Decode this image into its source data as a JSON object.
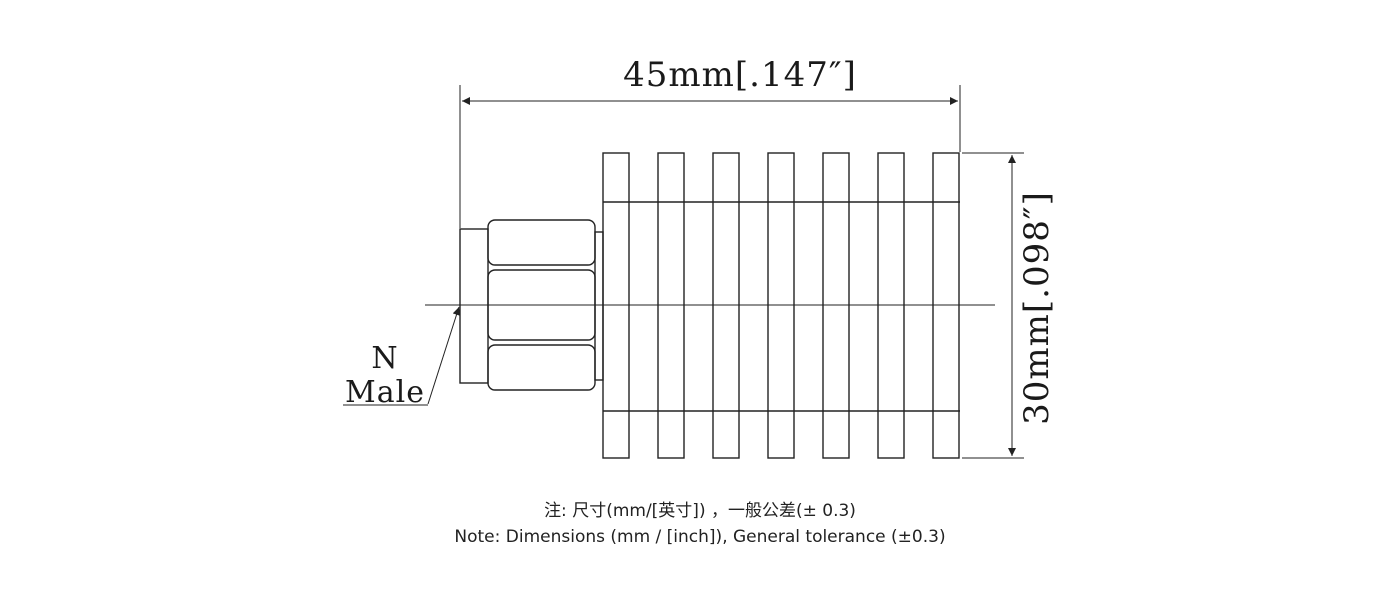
{
  "drawing": {
    "length_dimension": "45mm[.147″]",
    "diameter_dimension": "30mm[.098″]",
    "connector_label_line1": "N",
    "connector_label_line2": "Male",
    "fin_count": 7
  },
  "notes": {
    "chinese": "注: 尺寸(mm/[英寸]) ，一般公差(± 0.3)",
    "english": "Note: Dimensions (mm / [inch]), General tolerance (±0.3)"
  }
}
